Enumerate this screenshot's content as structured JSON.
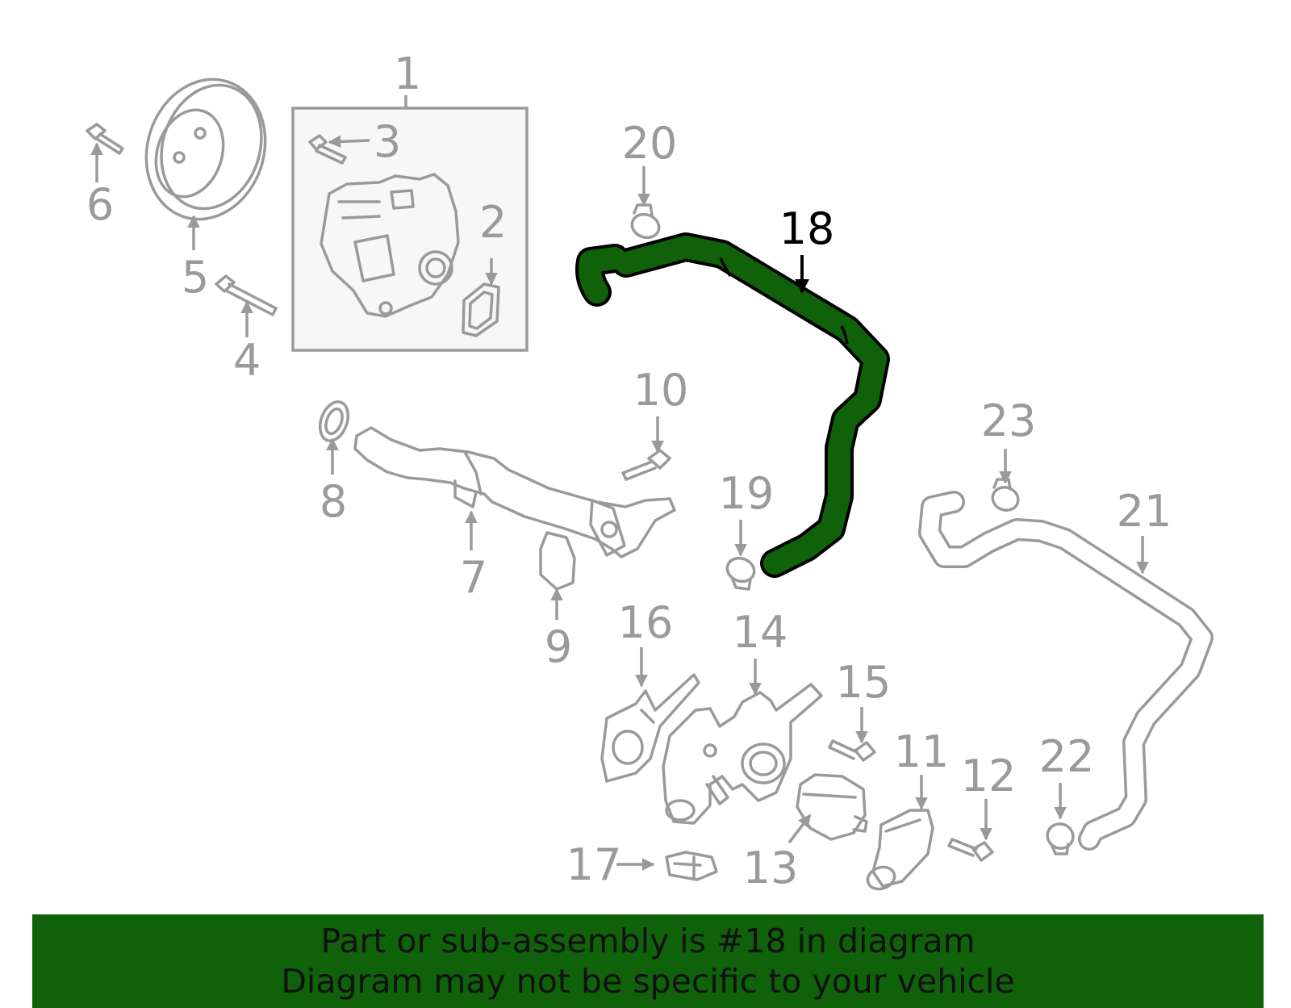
{
  "colors": {
    "part_line": "#9a9a9a",
    "highlight_fill": "#0f610a",
    "highlight_outline": "#000000",
    "banner_background": "#0f610a",
    "banner_text": "#111111"
  },
  "highlighted_part": "18",
  "callouts": {
    "c1": "1",
    "c2": "2",
    "c3": "3",
    "c4": "4",
    "c5": "5",
    "c6": "6",
    "c7": "7",
    "c8": "8",
    "c9": "9",
    "c10": "10",
    "c11": "11",
    "c12": "12",
    "c13": "13",
    "c14": "14",
    "c15": "15",
    "c16": "16",
    "c17": "17",
    "c18": "18",
    "c19": "19",
    "c20": "20",
    "c21": "21",
    "c22": "22",
    "c23": "23"
  },
  "banner": {
    "line1": "Part or sub-assembly is #18 in diagram",
    "line2": "Diagram may not be specific to your vehicle"
  }
}
